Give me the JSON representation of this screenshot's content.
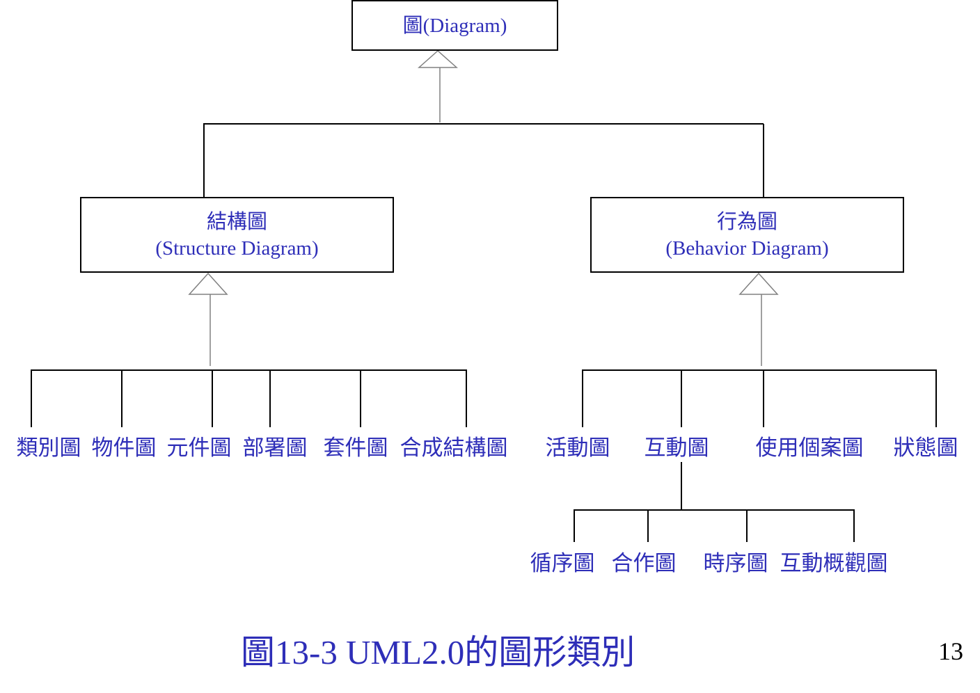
{
  "root": {
    "label": "圖(Diagram)"
  },
  "structure": {
    "title": "結構圖",
    "subtitle": "(Structure Diagram)",
    "children": [
      "類別圖",
      "物件圖",
      "元件圖",
      "部署圖",
      "套件圖",
      "合成結構圖"
    ]
  },
  "behavior": {
    "title": "行為圖",
    "subtitle": "(Behavior Diagram)",
    "children": [
      "活動圖",
      "互動圖",
      "使用個案圖",
      "狀態圖"
    ]
  },
  "interaction": {
    "children": [
      "循序圖",
      "合作圖",
      "時序圖",
      "互動概觀圖"
    ]
  },
  "caption": "圖13-3 UML2.0的圖形類別",
  "page_number": "13",
  "colors": {
    "text": "#2e2eb8",
    "line": "#000000",
    "connector": "#808080"
  }
}
